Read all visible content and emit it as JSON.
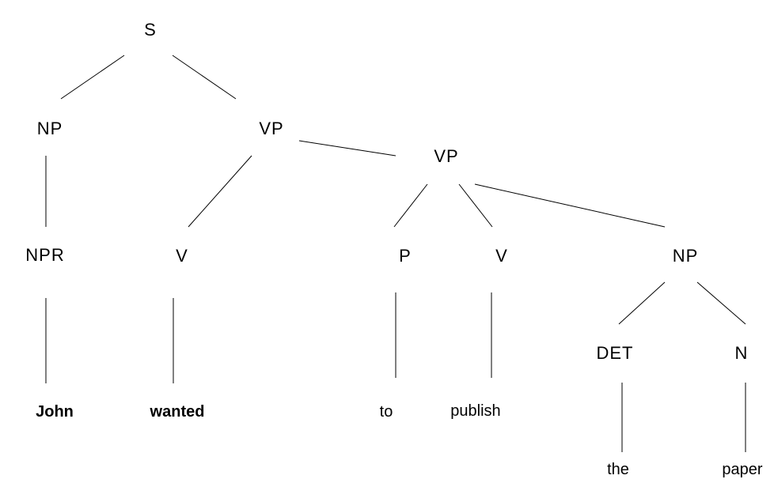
{
  "tree": {
    "nodes": [
      {
        "id": "s",
        "label": "S"
      },
      {
        "id": "np1",
        "label": "NP"
      },
      {
        "id": "vp1",
        "label": "VP"
      },
      {
        "id": "vp2",
        "label": "VP"
      },
      {
        "id": "npr",
        "label": "NPR"
      },
      {
        "id": "v1",
        "label": "V"
      },
      {
        "id": "p",
        "label": "P"
      },
      {
        "id": "v2",
        "label": "V"
      },
      {
        "id": "np2",
        "label": "NP"
      },
      {
        "id": "det",
        "label": "DET"
      },
      {
        "id": "n",
        "label": "N"
      },
      {
        "id": "john",
        "label": "John"
      },
      {
        "id": "wanted",
        "label": "wanted"
      },
      {
        "id": "to",
        "label": "to"
      },
      {
        "id": "publish",
        "label": "publish"
      },
      {
        "id": "the",
        "label": "the"
      },
      {
        "id": "paper",
        "label": "paper"
      }
    ],
    "edges": [
      [
        "s",
        "np1"
      ],
      [
        "s",
        "vp1"
      ],
      [
        "np1",
        "npr"
      ],
      [
        "npr",
        "john"
      ],
      [
        "vp1",
        "v1"
      ],
      [
        "vp1",
        "vp2"
      ],
      [
        "v1",
        "wanted"
      ],
      [
        "vp2",
        "p"
      ],
      [
        "vp2",
        "v2"
      ],
      [
        "vp2",
        "np2"
      ],
      [
        "p",
        "to"
      ],
      [
        "v2",
        "publish"
      ],
      [
        "np2",
        "det"
      ],
      [
        "np2",
        "n"
      ],
      [
        "det",
        "the"
      ],
      [
        "n",
        "paper"
      ]
    ]
  }
}
